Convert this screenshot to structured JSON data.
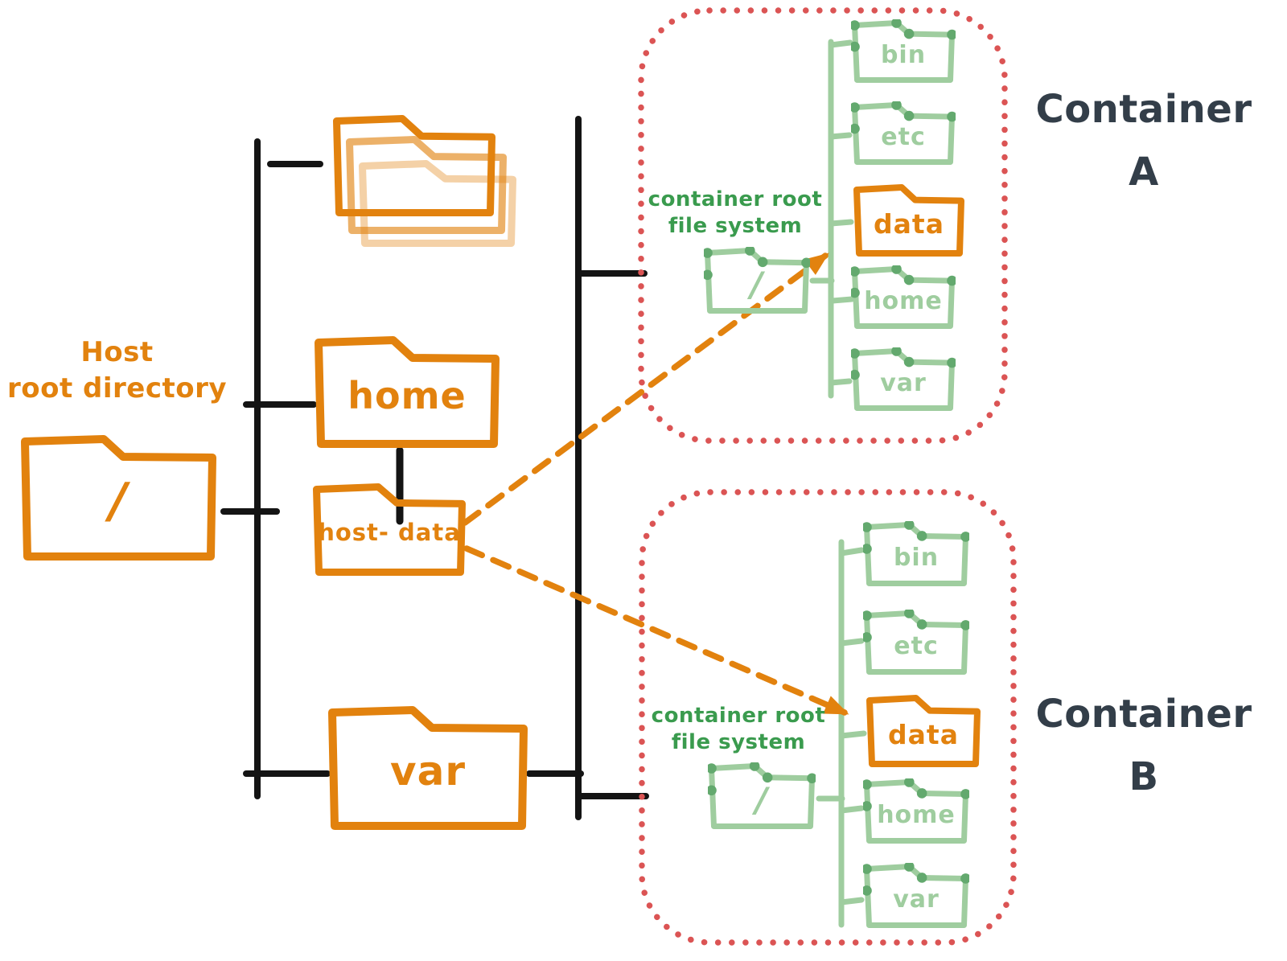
{
  "host": {
    "title": [
      "Host",
      "root directory"
    ],
    "root_folder_label": "/",
    "home_label": "home",
    "host_data_label": [
      "host-",
      "data"
    ],
    "var_label": "var"
  },
  "container_a": {
    "title": [
      "Container",
      "A"
    ],
    "fs_caption": [
      "container root",
      "file system"
    ],
    "root_folder_label": "/",
    "folders": [
      "bin",
      "etc",
      "data",
      "home",
      "var"
    ]
  },
  "container_b": {
    "title": [
      "Container",
      "B"
    ],
    "fs_caption": [
      "container root",
      "file system"
    ],
    "root_folder_label": "/",
    "folders": [
      "bin",
      "etc",
      "data",
      "home",
      "var"
    ]
  },
  "colors": {
    "host_orange": "#E2820E",
    "green_caption": "#3A9B4E",
    "green_folder": "#9FCD9F",
    "green_corner_dot": "#63A96E",
    "container_border_red": "#DB5454",
    "container_title_ink": "#333E49",
    "tree_line_black": "#141414"
  }
}
